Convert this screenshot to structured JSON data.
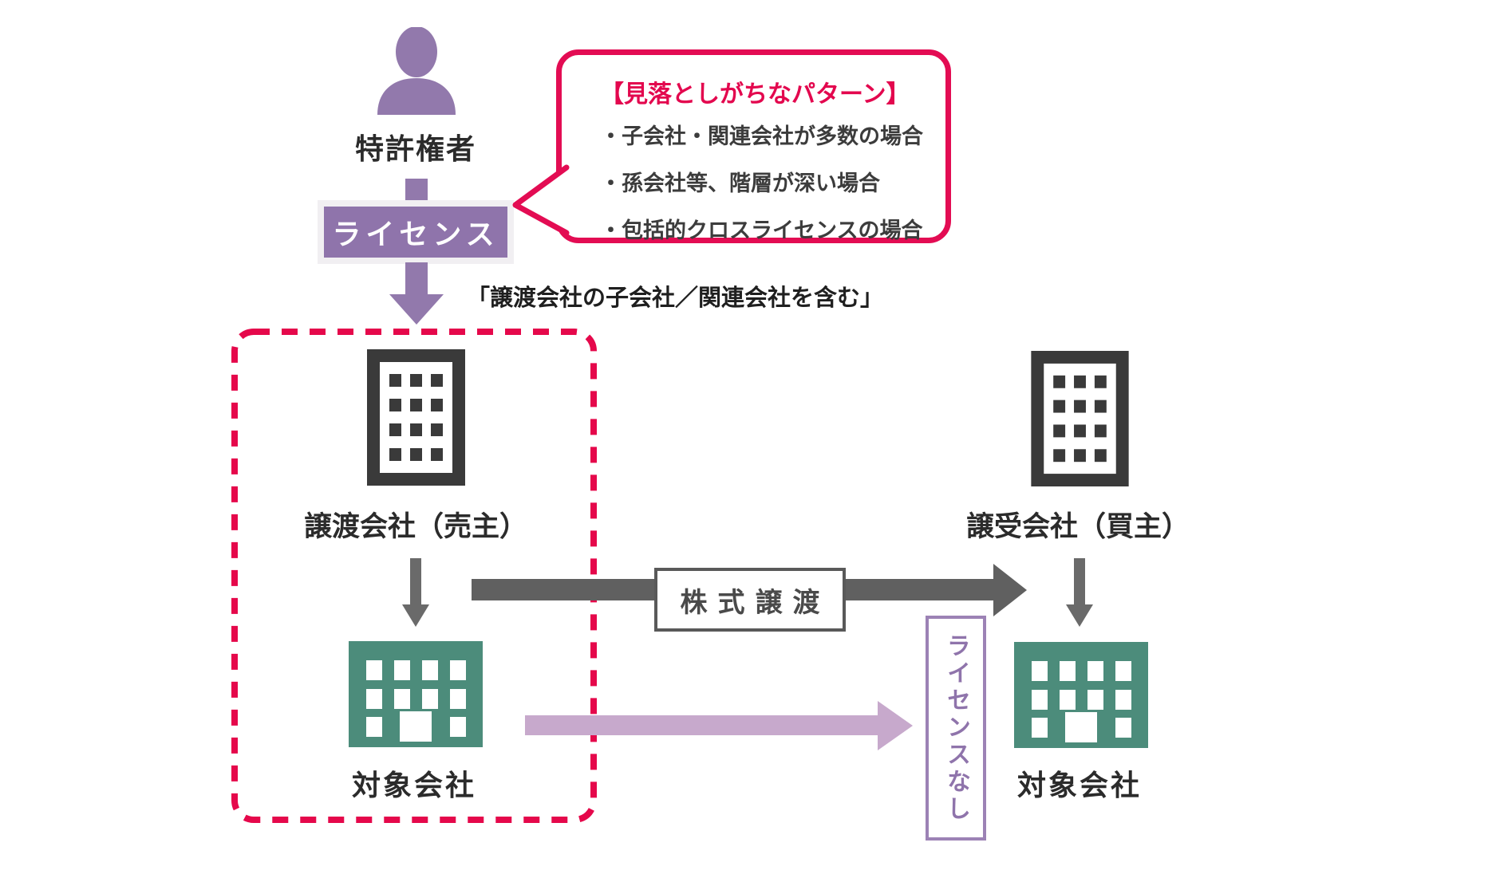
{
  "palette": {
    "purple": "#9279AC",
    "purple_dark": "#8F74AB",
    "pink_border": "#E30C53",
    "pink_dash": "#E5084B",
    "teal_building": "#4C8C7B",
    "dark_building": "#3A3A3A",
    "gray_arrow": "#606060",
    "lilac_arrow": "#C7A9CC"
  },
  "icons": {
    "patent_holder": "person-silhouette",
    "company": "office-building-outline",
    "target_company": "company-building-solid"
  },
  "patent_holder": {
    "label": "特許権者"
  },
  "license_badge": {
    "label": "ライセンス"
  },
  "scope_note": {
    "text": "「譲渡会社の子会社／関連会社を含む」"
  },
  "callout": {
    "title": "【見落としがちなパターン】",
    "bullets": [
      "・子会社・関連会社が多数の場合",
      "・孫会社等、階層が深い場合",
      "・包括的クロスライセンスの場合"
    ]
  },
  "seller_group": {
    "company_label": "譲渡会社（売主）",
    "target_label": "対象会社"
  },
  "buyer_group": {
    "company_label": "譲受会社（買主）",
    "target_label": "対象会社"
  },
  "share_transfer": {
    "label": "株式譲渡"
  },
  "no_license": {
    "label": "ライセンスなし"
  }
}
